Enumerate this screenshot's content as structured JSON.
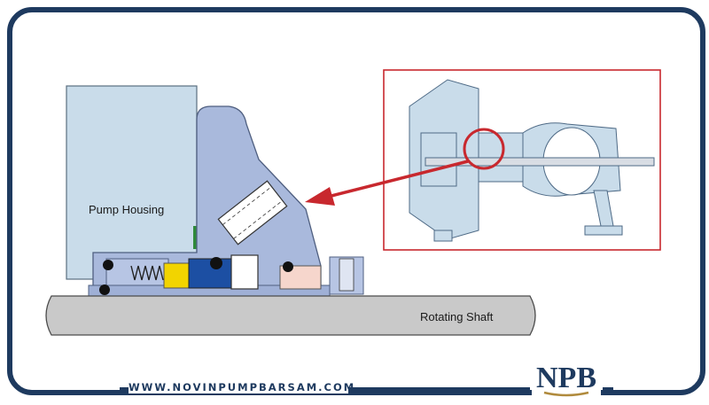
{
  "labels": {
    "pump_housing": "Pump Housing",
    "rotating_shaft": "Rotating Shaft"
  },
  "footer": {
    "url": "WWW.NOVINPUMPBARSAM.COM",
    "logo_text": "NPB"
  },
  "colors": {
    "frame": "#1e3a5f",
    "housing": "#c9dcea",
    "gland": "#a9b9dc",
    "shaft": "#c9c9c9",
    "arrow": "#c8282e",
    "logo_gold": "#b08a3c"
  },
  "icons": [
    "npb-logo-icon",
    "arrow-icon",
    "magnifier-circle-icon"
  ]
}
